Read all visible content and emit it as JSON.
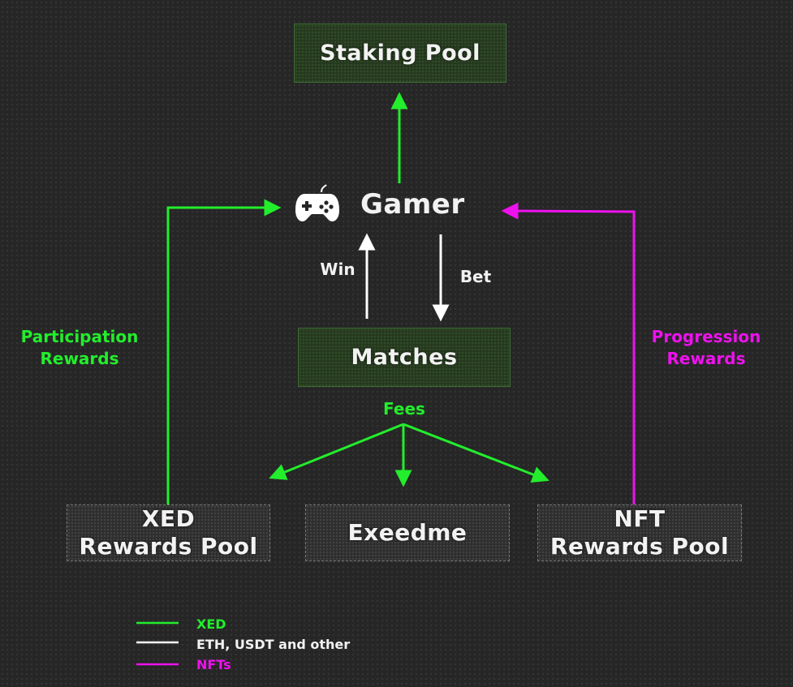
{
  "colors": {
    "xed": "#22ee2c",
    "fiat": "#ffffff",
    "nft": "#ee11ee"
  },
  "nodes": {
    "staking_pool": "Staking Pool",
    "gamer": "Gamer",
    "matches": "Matches",
    "xed_pool": {
      "line1": "XED",
      "line2": "Rewards Pool"
    },
    "exeedme": "Exeedme",
    "nft_pool": {
      "line1": "NFT",
      "line2": "Rewards Pool"
    }
  },
  "icons": {
    "gamer": "gamepad-icon"
  },
  "labels": {
    "win": "Win",
    "bet": "Bet",
    "fees": "Fees",
    "participation": {
      "line1": "Participation",
      "line2": "Rewards"
    },
    "progression": {
      "line1": "Progression",
      "line2": "Rewards"
    }
  },
  "legend": [
    {
      "label": "XED",
      "color": "#22ee2c"
    },
    {
      "label": "ETH, USDT and other",
      "color": "#ffffff"
    },
    {
      "label": "NFTs",
      "color": "#ee11ee"
    }
  ]
}
